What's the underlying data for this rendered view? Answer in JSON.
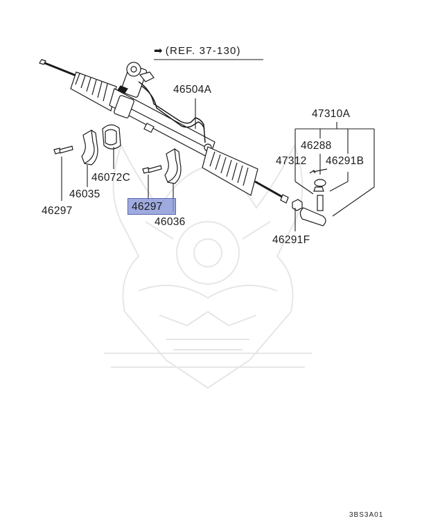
{
  "reference": {
    "arrow_icon": "right-arrow-icon",
    "text": "(REF. 37-130)"
  },
  "parts": {
    "p46504A": "46504A",
    "p47310A": "47310A",
    "p46288": "46288",
    "p47312": "47312",
    "p46291B": "46291B",
    "p46072C": "46072C",
    "p46035": "46035",
    "p46297_left": "46297",
    "p46297_highlight": "46297",
    "p46036": "46036",
    "p46291F": "46291F"
  },
  "highlight_color": "#8494d6",
  "diagram_code": "3BS3A01"
}
